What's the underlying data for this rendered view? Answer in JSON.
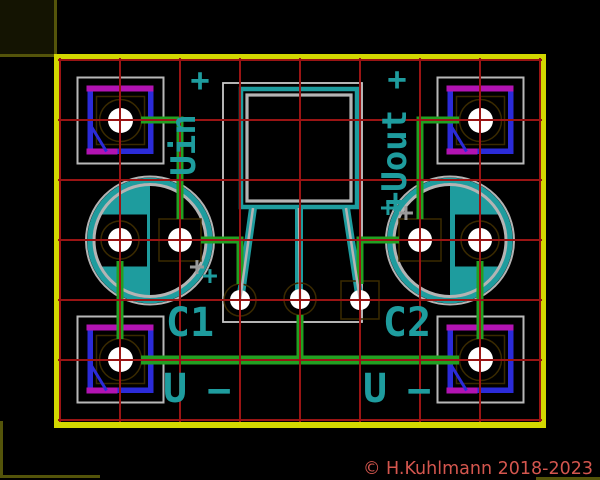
{
  "labels": {
    "net_in": "Uin",
    "net_out": "+Uout",
    "plus": "+",
    "cap1_ref": "C1",
    "cap2_ref": "C2",
    "supply": "U",
    "minus": "−"
  },
  "footer": {
    "copyright": "© H.Kuhlmann 2018-2023"
  },
  "colors": {
    "background": "#000000",
    "board_outline": "#d3d700",
    "dimmed_outline": "#54540a",
    "grid": "#9a1414",
    "copper_text": "#1e9c9e",
    "trace_green": "#22a022",
    "silkscreen_gray": "#b4b4b4",
    "courtyard_gray": "#c8c8c8",
    "pad_hole_white": "#ffffff",
    "pad_top_magenta": "#b213b2",
    "pad_bottom_blue": "#2b2bd9",
    "pad_clearance_brown": "#3a2a00",
    "marker_gray": "#9a9a9a",
    "copyright_text": "#d4564e"
  }
}
